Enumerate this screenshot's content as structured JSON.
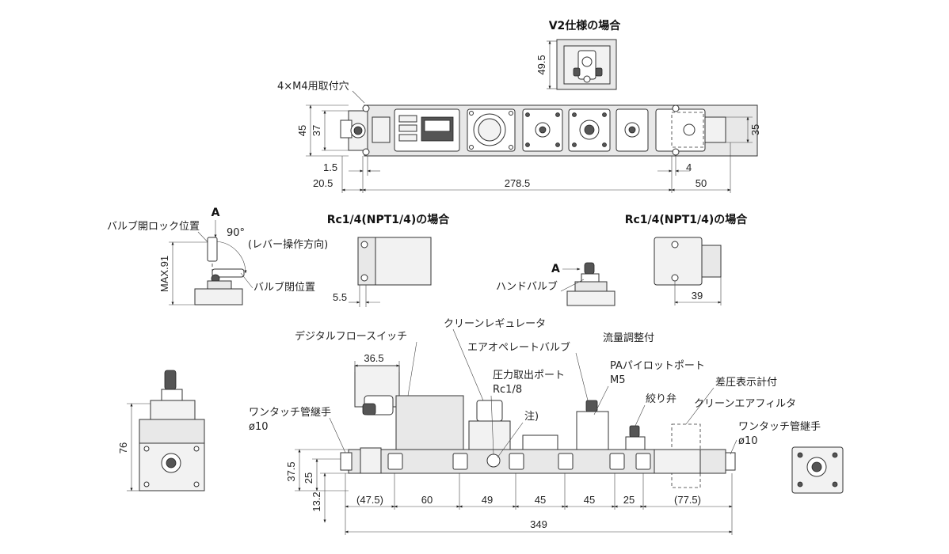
{
  "titles": {
    "v2": "V2仕様の場合",
    "rc_left": "Rc1/4(NPT1/4)の場合",
    "rc_right": "Rc1/4(NPT1/4)の場合"
  },
  "top_view": {
    "mount_hole": "4×M4用取付穴",
    "dims": {
      "h45": "45",
      "h37": "37",
      "w1_5": "1.5",
      "w20_5": "20.5",
      "w278_5": "278.5",
      "w4": "4",
      "w50": "50",
      "h35": "35",
      "h49_5": "49.5"
    }
  },
  "lever_detail": {
    "a": "A",
    "lock_pos": "バルブ開ロック位置",
    "angle": "90°",
    "direction": "(レバー操作方向)",
    "max": "MAX.91",
    "closed_pos": "バルブ閉位置"
  },
  "rc_left_dims": {
    "d5_5": "5.5"
  },
  "rc_right_dims": {
    "d39": "39"
  },
  "hand_valve": {
    "a": "A",
    "label": "ハンドバルブ"
  },
  "front_view": {
    "labels": {
      "digital_flow": "デジタルフロースイッチ",
      "clean_regulator": "クリーンレギュレータ",
      "air_operated": "エアオペレートバルブ",
      "pressure_port": "圧力取出ポート",
      "pressure_port_size": "Rc1/8",
      "note": "注)",
      "flow_adj": "流量調整付",
      "pa_port": "PAパイロットポート",
      "pa_size": "M5",
      "throttle": "絞り弁",
      "diff_pressure": "差圧表示計付",
      "clean_filter": "クリーンエアフィルタ",
      "fitting_left": "ワンタッチ管継手",
      "fitting_left_size": "ø10",
      "fitting_right": "ワンタッチ管継手",
      "fitting_right_size": "ø10"
    },
    "dims": {
      "d36_5": "36.5",
      "d76": "76",
      "d37_5": "37.5",
      "d25v": "25",
      "d13_2": "13.2",
      "seg1": "(47.5)",
      "seg2": "60",
      "seg3": "49",
      "seg4": "45",
      "seg5": "45",
      "seg6": "25",
      "seg7": "(77.5)",
      "total": "349"
    }
  }
}
